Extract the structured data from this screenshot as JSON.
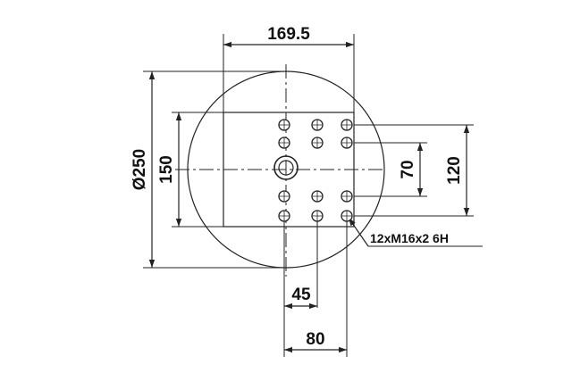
{
  "drawing": {
    "dimensions": {
      "top_width": "169.5",
      "circle_diameter": "Ø250",
      "rect_height": "150",
      "inner_vertical_spacing": "70",
      "outer_vertical_spacing": "120",
      "hole_offset_near": "45",
      "hole_offset_far": "80"
    },
    "callout": "12xM16x2 6H",
    "colors": {
      "line": "#222222",
      "background": "#ffffff"
    }
  }
}
